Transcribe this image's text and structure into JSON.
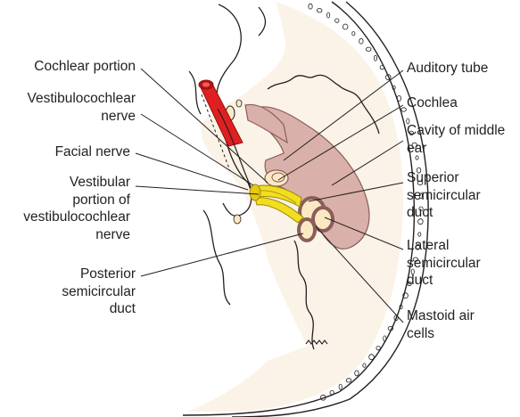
{
  "colors": {
    "skull_fill": "#fbf3e7",
    "outline": "#231f20",
    "labyrinth_fill": "#d9b0aa",
    "labyrinth_stroke": "#8a5e5a",
    "nerve_yellow": "#f2dd1f",
    "facial_red": "#e02020",
    "canal_fill": "#fbe9c4",
    "leader": "#231f20"
  },
  "icons": {
    "skull_section": "skull-cross-section-illustration",
    "labyrinth": "membranous-labyrinth-illustration",
    "nerve_bundle": "vestibulocochlear-nerve-illustration",
    "facial_nerve": "facial-nerve-cylinder-illustration"
  },
  "labels_left": {
    "cochlear_portion": [
      "Cochlear portion"
    ],
    "vestibulocochlear_nerve": [
      "Vestibulocochlear",
      "nerve"
    ],
    "facial_nerve": [
      "Facial nerve"
    ],
    "vestibular_portion": [
      "Vestibular",
      "portion of",
      "vestibulocochlear",
      "nerve"
    ],
    "posterior_semicircular_duct": [
      "Posterior",
      "semicircular",
      "duct"
    ]
  },
  "labels_right": {
    "auditory_tube": [
      "Auditory tube"
    ],
    "cochlea": [
      "Cochlea"
    ],
    "cavity_middle_ear": [
      "Cavity of middle",
      "ear"
    ],
    "superior_semicircular_duct": [
      "Superior",
      "semicircular",
      "duct"
    ],
    "lateral_semicircular_duct": [
      "Lateral",
      "semicircular",
      "duct"
    ],
    "mastoid_air_cells": [
      "Mastoid air",
      "cells"
    ]
  }
}
